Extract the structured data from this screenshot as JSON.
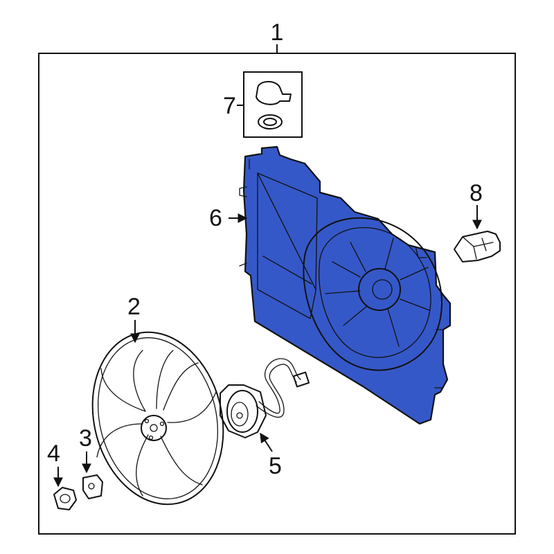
{
  "diagram": {
    "callouts": {
      "c1": "1",
      "c2": "2",
      "c3": "3",
      "c4": "4",
      "c5": "5",
      "c6": "6",
      "c7": "7",
      "c8": "8"
    },
    "highlight_color": "#3558c8",
    "highlighted_part": "6"
  }
}
